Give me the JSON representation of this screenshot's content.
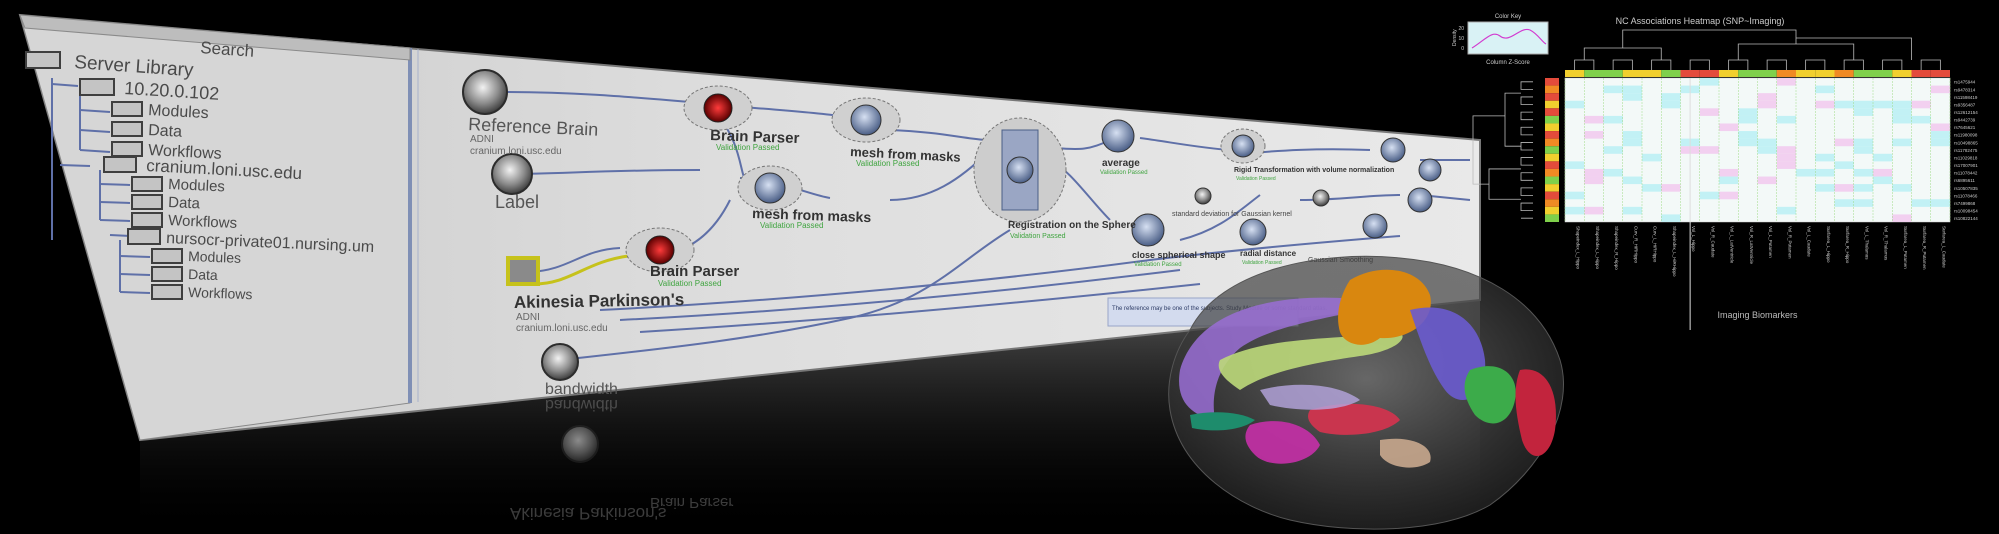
{
  "sidebar": {
    "search_title": "Search",
    "root": "Server Library",
    "servers": [
      {
        "name": "10.20.0.102",
        "children": [
          "Modules",
          "Data",
          "Workflows"
        ]
      },
      {
        "name": "cranium.loni.usc.edu",
        "children": [
          "Modules",
          "Data",
          "Workflows"
        ]
      },
      {
        "name": "nursocr-private01.nursing.um",
        "children": [
          "Modules",
          "Data",
          "Workflows"
        ]
      }
    ]
  },
  "workflow": {
    "reference_brain": {
      "label": "Reference Brain",
      "sub1": "ADNI",
      "sub2": "cranium.loni.usc.edu"
    },
    "label_node": {
      "label": "Label"
    },
    "akinesia": {
      "label": "Akinesia Parkinson's",
      "sub1": "ADNI",
      "sub2": "cranium.loni.usc.edu"
    },
    "bandwidth": {
      "label": "bandwidth"
    },
    "brain_parser_1": {
      "label": "Brain Parser",
      "status": "Validation Passed"
    },
    "brain_parser_2": {
      "label": "Brain Parser",
      "status": "Validation Passed"
    },
    "mesh_1": {
      "label": "mesh from masks",
      "status": "Validation Passed"
    },
    "mesh_2": {
      "label": "mesh from masks",
      "status": "Validation Passed"
    },
    "registration": {
      "label": "Registration on the Sphere",
      "status": "Validation Passed"
    },
    "average": {
      "label": "average",
      "status": "Validation Passed"
    },
    "rigid": {
      "label": "Rigid Transformation with volume normalization",
      "status": "Validation Passed"
    },
    "close_spherical": {
      "label": "close spherical shape",
      "status": "Validation Passed"
    },
    "radial_distance": {
      "label": "radial distance",
      "status": "Validation Passed"
    },
    "std_dev": {
      "label": "standard deviation for Gaussian kernel"
    },
    "gaussian_smoothing": {
      "label": "Gaussian Smoothing"
    },
    "note": "The reference may be one of the subjects. Study Module or some standard atlas."
  },
  "heatmap": {
    "title": "NC Associations Heatmap (SNP~Imaging)",
    "color_key_title": "Color Key",
    "color_key_ylabel": "Density",
    "color_key_xlabel": "Column Z-Score",
    "x_axis_title": "Imaging Biomarkers",
    "row_labels": [
      "rs1475944",
      "rs9478314",
      "rs11598419",
      "rs9356487",
      "rs12612154",
      "rs9442739",
      "rs7645621",
      "rs11980098",
      "rs10498865",
      "rs11782475",
      "rs11029818",
      "rs17007901",
      "rs11078442",
      "rs6895611",
      "rs10507835",
      "rs11078466",
      "rs7499868",
      "rs10098454",
      "rs10822144"
    ],
    "col_labels": [
      "Shapeindex_L_Hippo",
      "Shapeindex_L_Hippo",
      "Shapeindex_R_Hippo",
      "Curv_R_HiRHippo",
      "Curv_L_HiRHippo",
      "Shapeindex_L_HiRHippo",
      "Vol_L_Hippo",
      "Vol_R_Caudate",
      "Vol_L_LatVentricle",
      "Vol_R_LatVentricle",
      "Vol_L_Putamen",
      "Vol_R_Putamen",
      "Vol_L_Caudate",
      "Surfarea_L_Hippo",
      "Surfarea_R_Hippo",
      "Vol_L_Thalamus",
      "Vol_R_Thalamus",
      "Surfarea_L_Putamen",
      "Surfarea_R_Putamen",
      "Surfarea_L_Caudate"
    ],
    "color_key_ticks": [
      "0",
      "10",
      "20"
    ]
  },
  "colors": {
    "accent_line": "#5f70a8",
    "validation": "#3fa43f",
    "brain_orange": "#d9870f",
    "brain_purple": "#9a6fd6"
  }
}
